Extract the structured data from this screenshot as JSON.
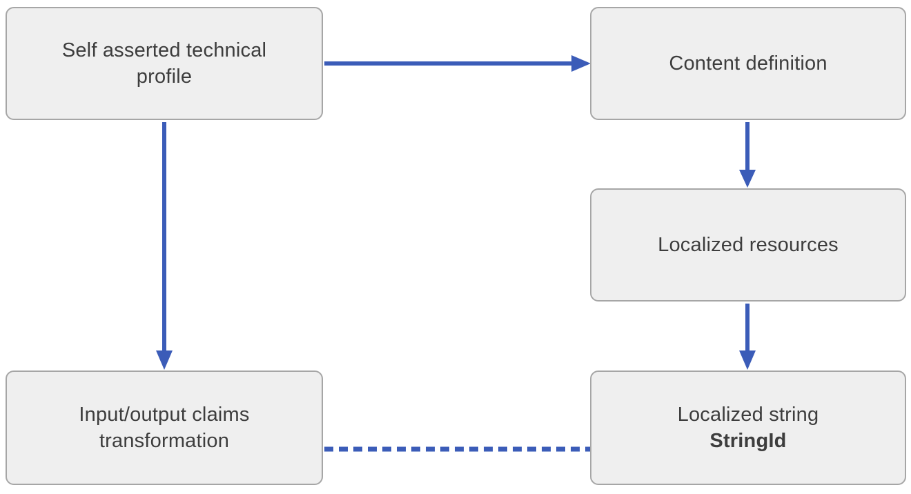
{
  "diagram": {
    "colors": {
      "box_fill": "#efefef",
      "box_border": "#a6a6a6",
      "text": "#3d3d3d",
      "arrow": "#3b5cb8"
    },
    "nodes": [
      {
        "id": "self-asserted-technical-profile",
        "lines": [
          "Self asserted technical",
          "profile"
        ]
      },
      {
        "id": "content-definition",
        "lines": [
          "Content definition"
        ]
      },
      {
        "id": "localized-resources",
        "lines": [
          "Localized resources"
        ]
      },
      {
        "id": "localized-string",
        "lines": [
          "Localized string"
        ],
        "bold_line": "StringId"
      },
      {
        "id": "input-output-claims-transformation",
        "lines": [
          "Input/output claims",
          "transformation"
        ]
      }
    ],
    "edges": [
      {
        "from": "Self asserted technical profile",
        "to": "Content definition",
        "style": "solid"
      },
      {
        "from": "Content definition",
        "to": "Localized resources",
        "style": "solid"
      },
      {
        "from": "Localized resources",
        "to": "Localized string StringId",
        "style": "solid"
      },
      {
        "from": "Self asserted technical profile",
        "to": "Input/output claims transformation",
        "style": "solid"
      },
      {
        "from": "Input/output claims transformation",
        "to": "Localized string StringId",
        "style": "dashed"
      }
    ]
  }
}
